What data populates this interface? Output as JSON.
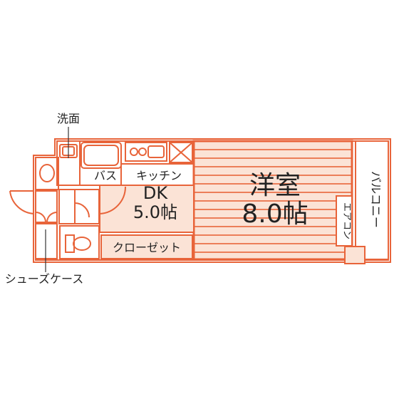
{
  "plan": {
    "accent_color": "#E8643A",
    "fill_color": "#FBE3D6",
    "rooms": {
      "western_name": "洋室",
      "western_size": "8.0帖",
      "dk_name": "DK",
      "dk_size": "5.0帖",
      "bath": "バス",
      "kitchen": "キッチン",
      "closet": "クローゼット",
      "balcony": "バルコニー",
      "aircon": "エアコン"
    },
    "callouts": {
      "washbasin": "洗面",
      "shoe_case": "シューズケース"
    }
  }
}
